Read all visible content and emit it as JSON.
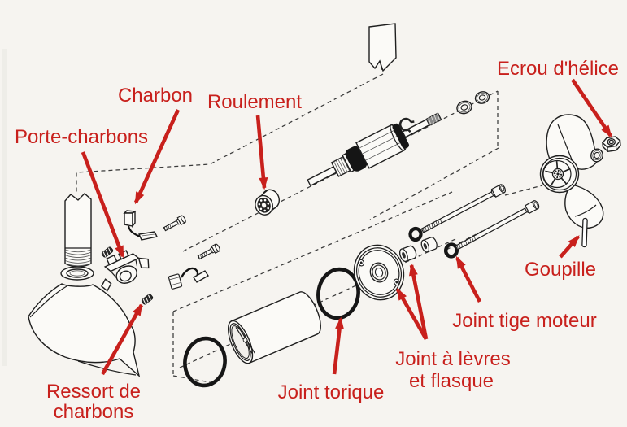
{
  "colors": {
    "background": "#f6f4f0",
    "accent_red": "#c8201c",
    "line_art": "#1f1f1f"
  },
  "diagram": {
    "subject": "trolling-motor-exploded-view",
    "labels": {
      "charbon": "Charbon",
      "roulement": "Roulement",
      "porte_charbons": "Porte-charbons",
      "ecrou_helice": "Ecrou d'hélice",
      "goupille": "Goupille",
      "joint_tige_moteur": "Joint tige moteur",
      "joint_a_levres_1": "Joint à lèvres",
      "joint_a_levres_2": "et flasque",
      "joint_torique": "Joint torique",
      "ressort_1": "Ressort de",
      "ressort_2": "charbons"
    }
  }
}
